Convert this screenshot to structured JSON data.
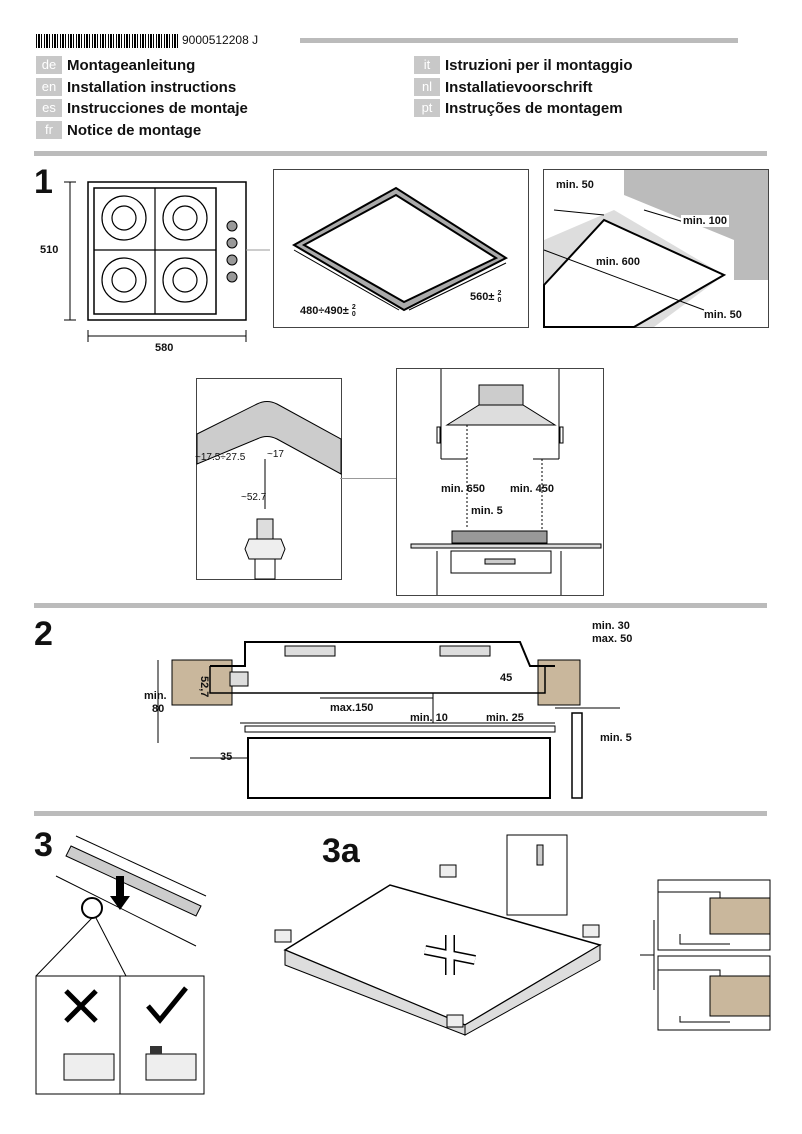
{
  "header": {
    "doc_number": "9000512208 J"
  },
  "languages": [
    {
      "code": "de",
      "title": "Montageanleitung"
    },
    {
      "code": "en",
      "title": "Installation instructions"
    },
    {
      "code": "es",
      "title": "Instrucciones de montaje"
    },
    {
      "code": "fr",
      "title": "Notice de montage"
    },
    {
      "code": "it",
      "title": "Istruzioni per il montaggio"
    },
    {
      "code": "nl",
      "title": "Installatievoorschrift"
    },
    {
      "code": "pt",
      "title": "Instruções de montagem"
    }
  ],
  "section1": {
    "number": "1",
    "hob_height": "510",
    "hob_width": "580",
    "cutout_depth": "480÷490±",
    "cutout_width": "560±",
    "tol_up": "2",
    "tol_down": "0",
    "min_50_top": "min. 50",
    "min_100": "min. 100",
    "min_600": "min. 600",
    "min_50_bottom": "min. 50",
    "conn_a": "~17.5÷27.5",
    "conn_b": "~17",
    "conn_c": "~52.7",
    "hood_min_650": "min. 650",
    "hood_min_450": "min. 450",
    "hood_min_5": "min. 5"
  },
  "section2": {
    "number": "2",
    "min_30": "min. 30",
    "max_50": "max. 50",
    "min": "min.",
    "v80": "80",
    "v52_7": "52,7",
    "v45": "45",
    "max_150": "max.150",
    "min_10": "min. 10",
    "min_25": "min. 25",
    "min_5": "min. 5",
    "v35": "35"
  },
  "section3": {
    "number": "3",
    "number_a": "3a"
  }
}
